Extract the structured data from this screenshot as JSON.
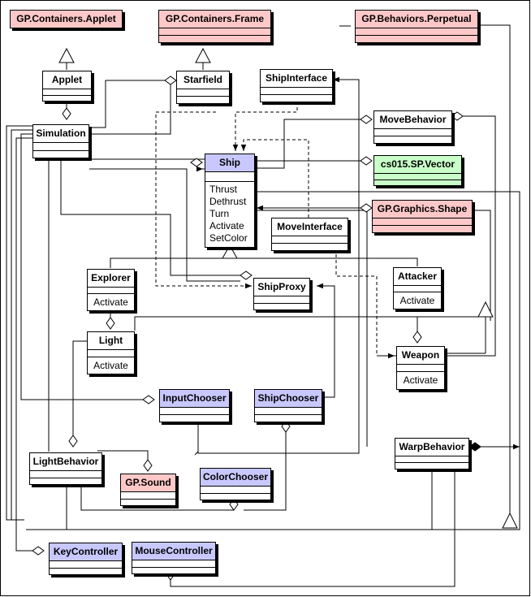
{
  "colors": {
    "library_class": "#ffc8c8",
    "chooser_class": "#c8c8ff",
    "vector_class": "#c8ffc8",
    "plain_class": "#ffffff",
    "line": "#000000"
  },
  "classes": {
    "containers_applet": {
      "name": "GP.Containers.Applet"
    },
    "containers_frame": {
      "name": "GP.Containers.Frame"
    },
    "behaviors_perpetual": {
      "name": "GP.Behaviors.Perpetual"
    },
    "applet": {
      "name": "Applet"
    },
    "starfield": {
      "name": "Starfield"
    },
    "ship_interface": {
      "name": "ShipInterface"
    },
    "simulation": {
      "name": "Simulation"
    },
    "move_behavior": {
      "name": "MoveBehavior"
    },
    "ship": {
      "name": "Ship",
      "ops": [
        "Thrust",
        "Dethrust",
        "Turn",
        "Activate",
        "SetColor"
      ]
    },
    "vector": {
      "name": "cs015.SP.Vector"
    },
    "graphics_shape": {
      "name": "GP.Graphics.Shape"
    },
    "move_interface": {
      "name": "MoveInterface"
    },
    "explorer": {
      "name": "Explorer",
      "ops": [
        "Activate"
      ]
    },
    "attacker": {
      "name": "Attacker",
      "ops": [
        "Activate"
      ]
    },
    "ship_proxy": {
      "name": "ShipProxy"
    },
    "light": {
      "name": "Light",
      "ops": [
        "Activate"
      ]
    },
    "weapon": {
      "name": "Weapon",
      "ops": [
        "Activate"
      ]
    },
    "input_chooser": {
      "name": "InputChooser"
    },
    "ship_chooser": {
      "name": "ShipChooser"
    },
    "warp_behavior": {
      "name": "WarpBehavior"
    },
    "light_behavior": {
      "name": "LightBehavior"
    },
    "gp_sound": {
      "name": "GP.Sound"
    },
    "color_chooser": {
      "name": "ColorChooser"
    },
    "key_controller": {
      "name": "KeyController"
    },
    "mouse_controller": {
      "name": "MouseController"
    }
  }
}
